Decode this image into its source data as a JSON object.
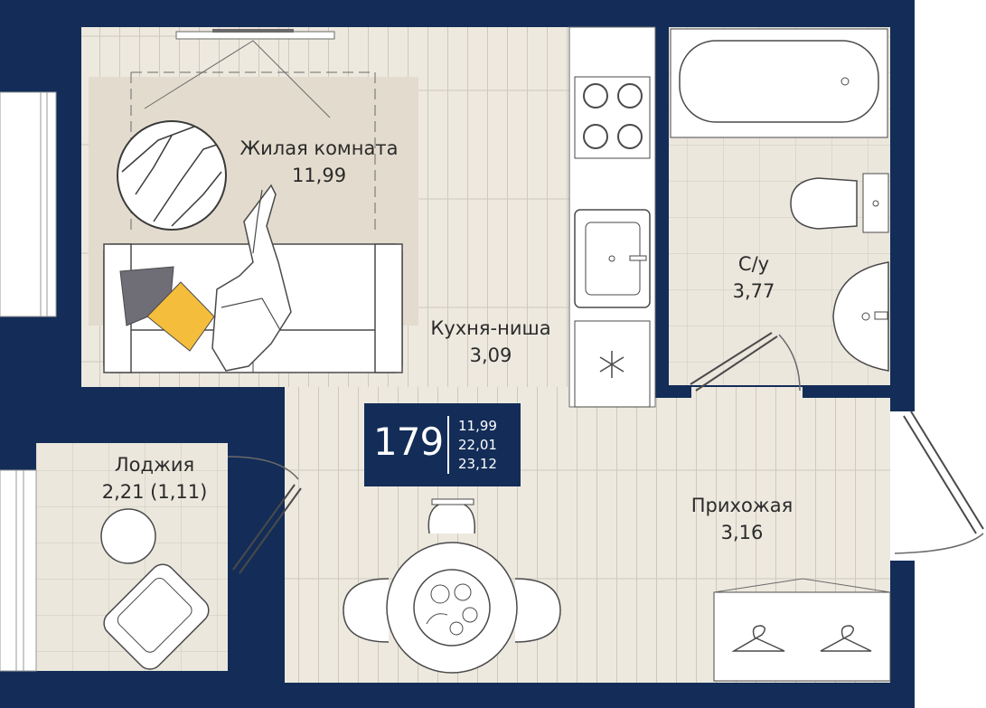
{
  "colors": {
    "wall": "#132d58",
    "floor_tile": "#ebe7dd",
    "floor_plank": "#ece8de",
    "line": "#c9c3b6",
    "carpet": "#e3dcce",
    "furniture_stroke": "#4a4a4a",
    "pillow_yellow": "#f5bd3c",
    "pillow_grey": "#6f6e76",
    "badge_bg": "#132d58",
    "badge_text": "#ffffff"
  },
  "rooms": {
    "living": {
      "name": "Жилая комната",
      "area": "11,99"
    },
    "kitchen": {
      "name": "Кухня-ниша",
      "area": "3,09"
    },
    "bathroom": {
      "name": "С/у",
      "area": "3,77"
    },
    "hallway": {
      "name": "Прихожая",
      "area": "3,16"
    },
    "loggia": {
      "name": "Лоджия",
      "area": "2,21 (1,11)"
    }
  },
  "info": {
    "number": "179",
    "areas": [
      "11,99",
      "22,01",
      "23,12"
    ]
  },
  "icons": {
    "fridge": "snowflake-icon",
    "wardrobe": "hanger-icon"
  }
}
